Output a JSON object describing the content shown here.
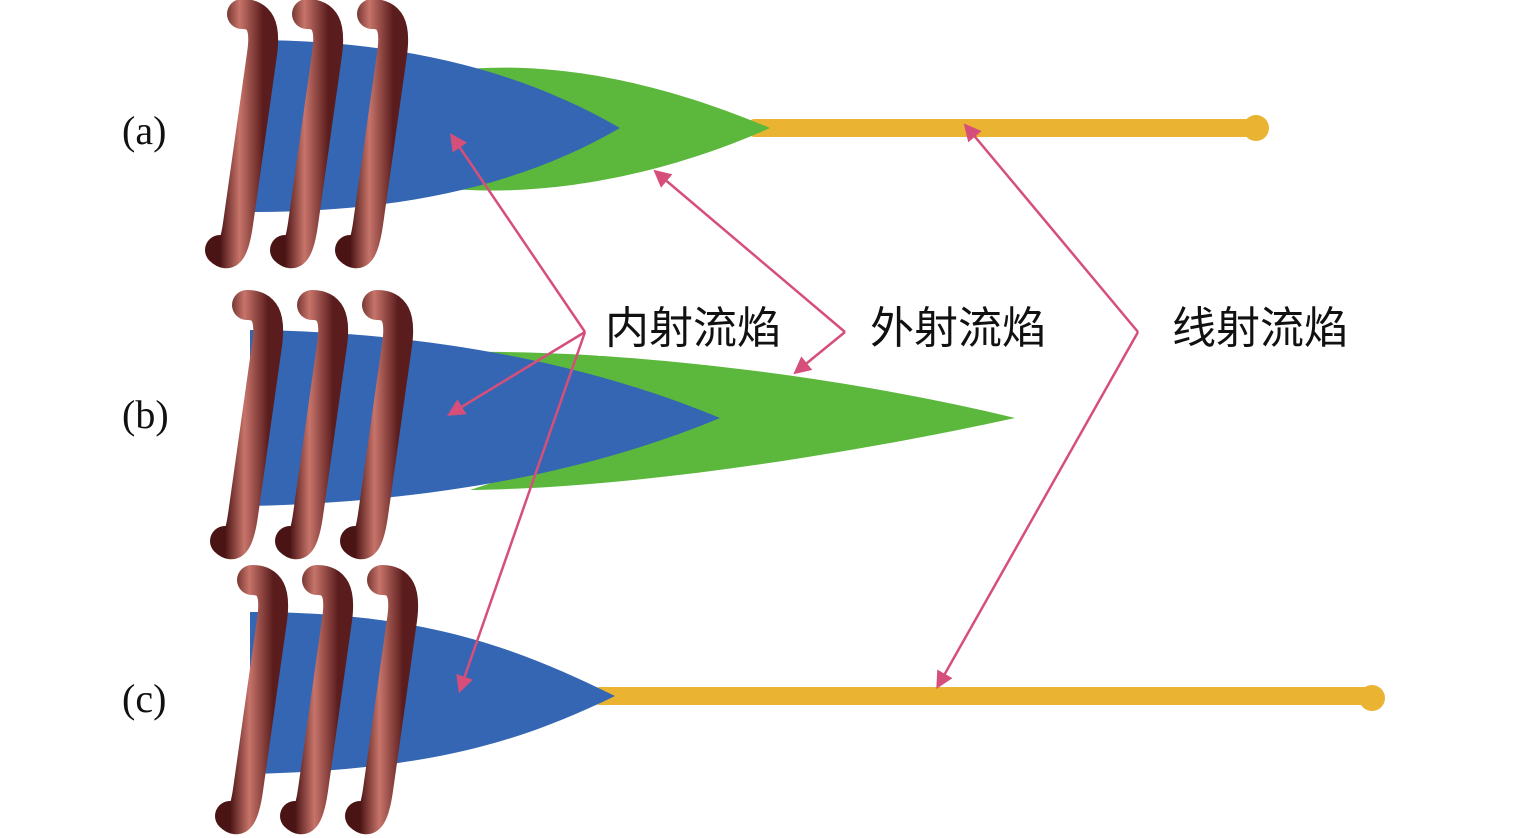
{
  "panels": [
    {
      "id": "a",
      "label": "(a)"
    },
    {
      "id": "b",
      "label": "(b)"
    },
    {
      "id": "c",
      "label": "(c)"
    }
  ],
  "callouts": {
    "inner": "内射流焰",
    "outer": "外射流焰",
    "line": "线射流焰"
  },
  "colors": {
    "coil": "#8b3a3a",
    "coil_highlight": "#c7746a",
    "coil_shadow": "#4a1414",
    "inner_flame": "#3466b4",
    "outer_flame": "#5cb83c",
    "line_flame": "#eab332",
    "pointer": "#d64f7a",
    "text": "#111111"
  }
}
